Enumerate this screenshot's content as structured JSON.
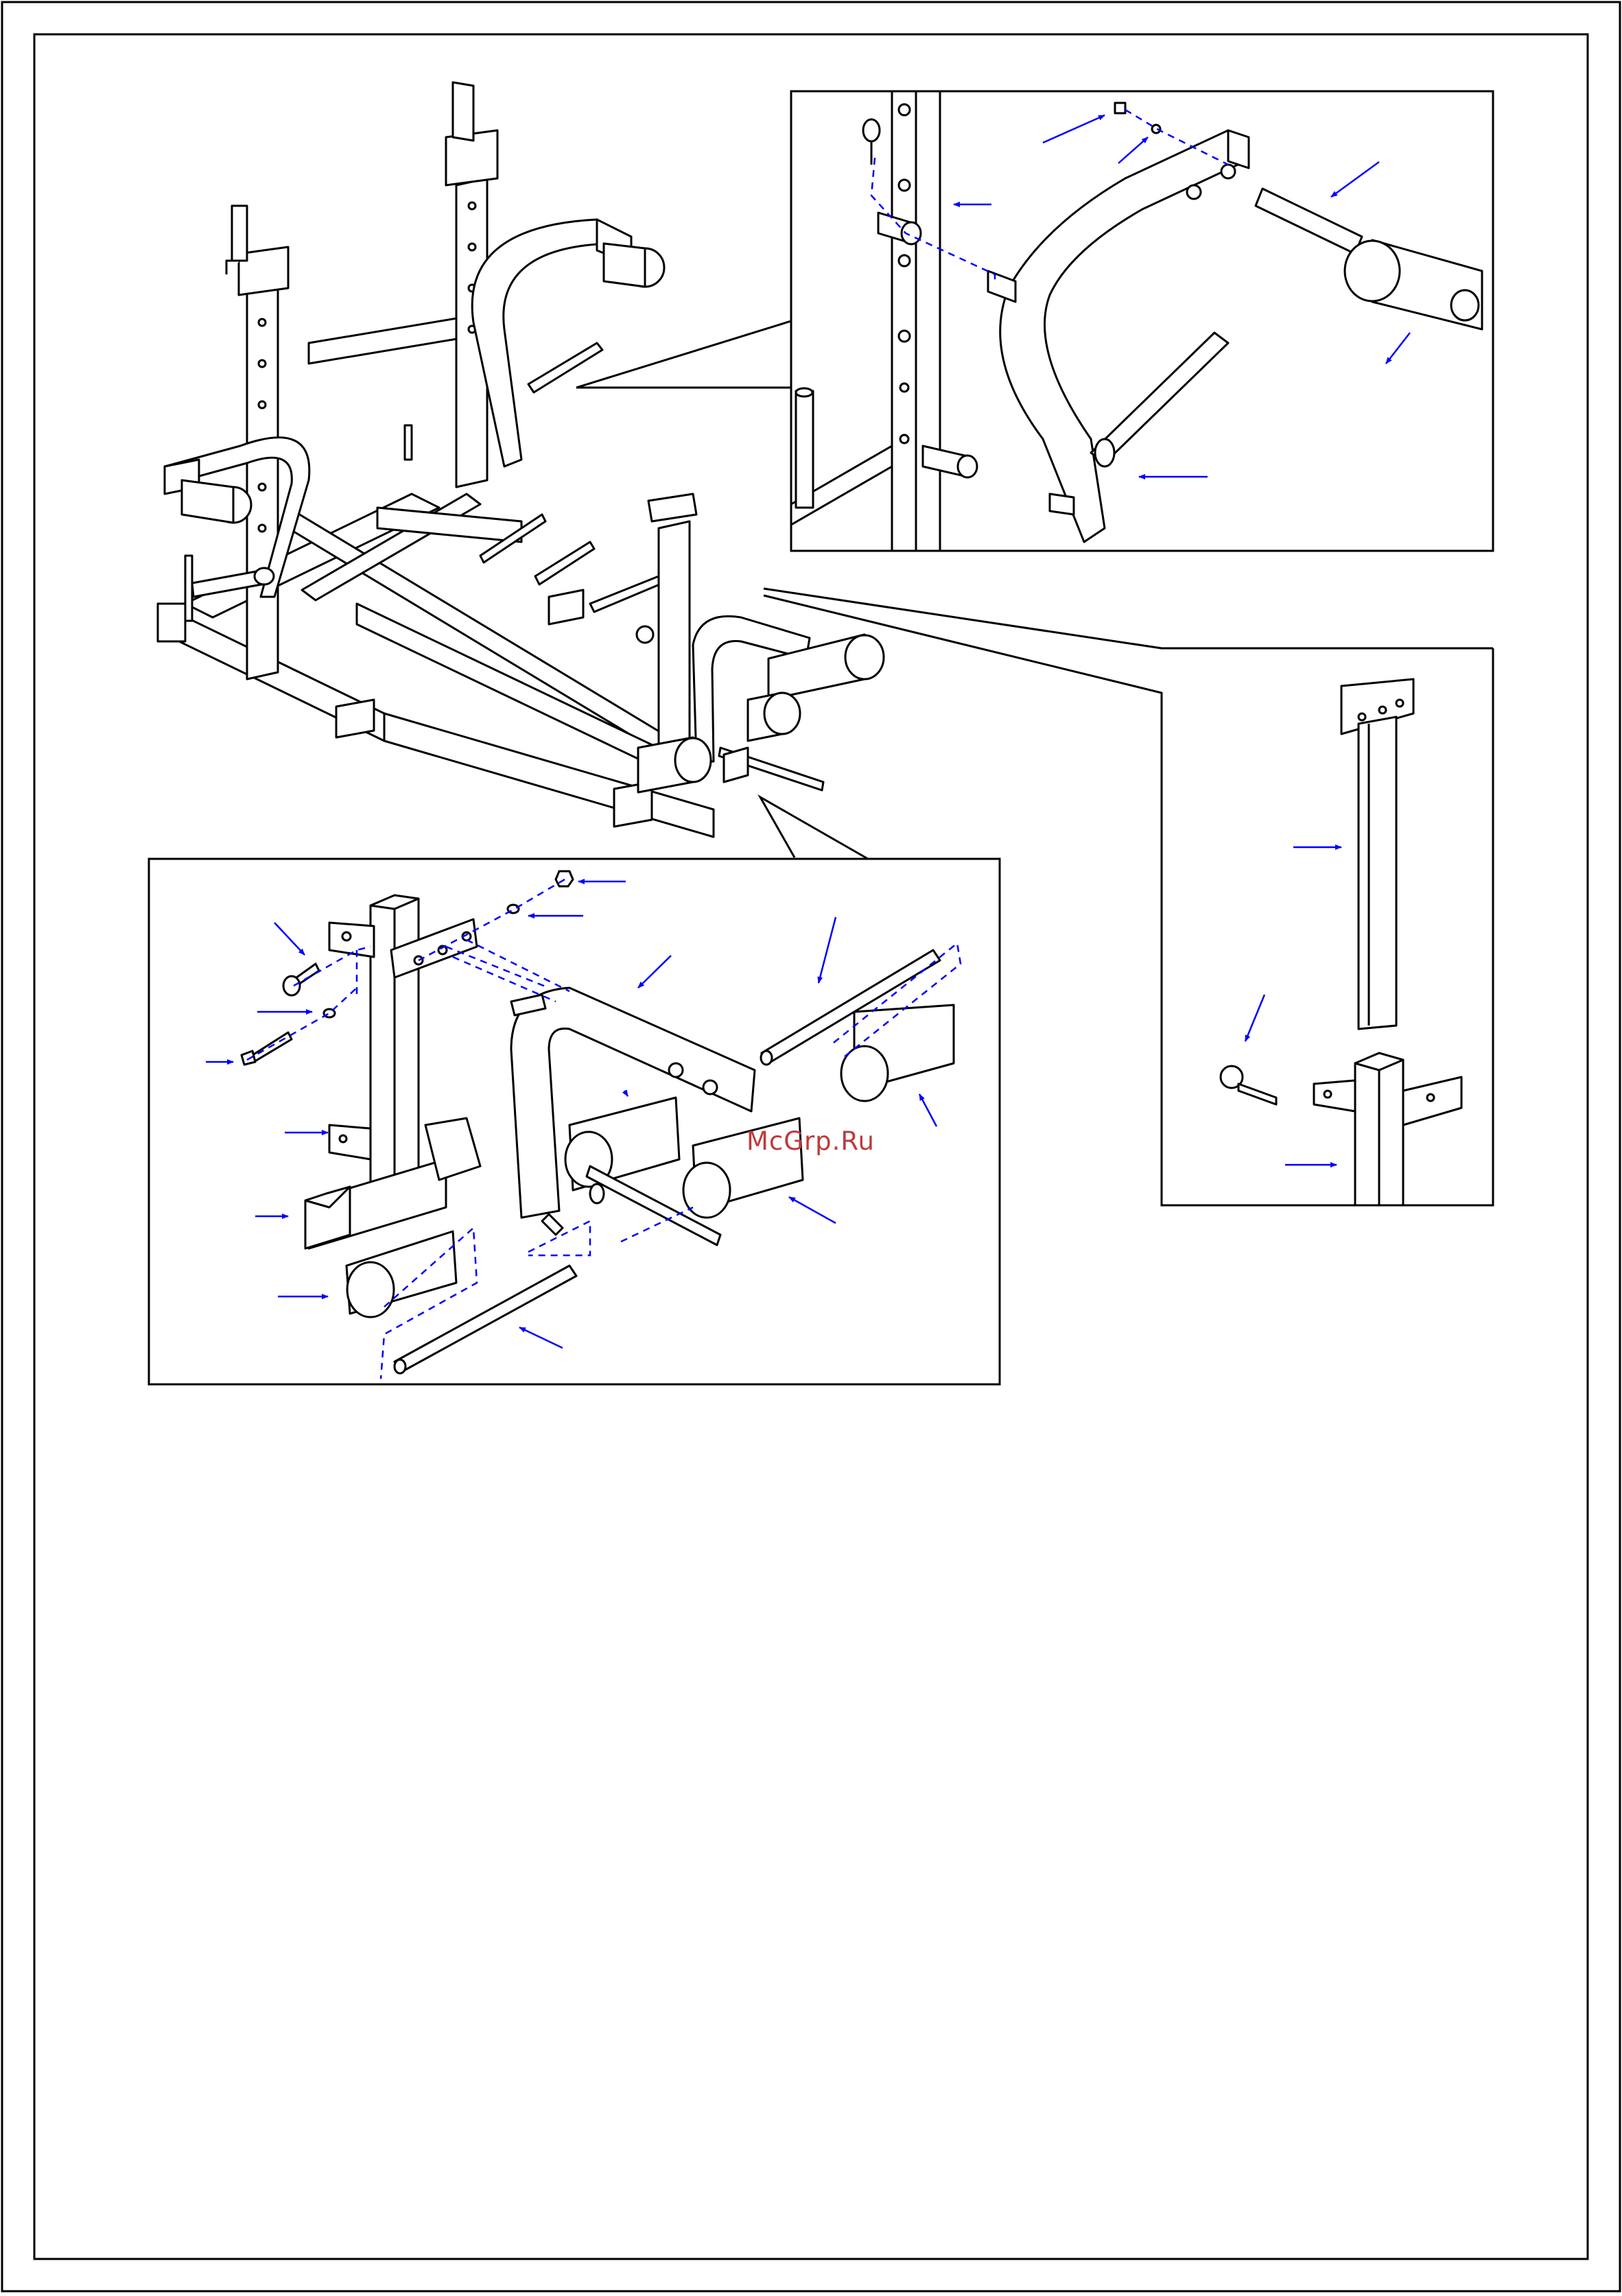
{
  "diagram": {
    "watermark": "McGrp.Ru",
    "panels": [
      "main-assembly-view",
      "upper-right-detail",
      "right-post-detail",
      "lower-left-detail"
    ],
    "colors": {
      "line": "#000000",
      "arrow": "#0000ff",
      "dash": "#0000ff",
      "watermark": "#c0393b",
      "background": "#ffffff"
    }
  }
}
